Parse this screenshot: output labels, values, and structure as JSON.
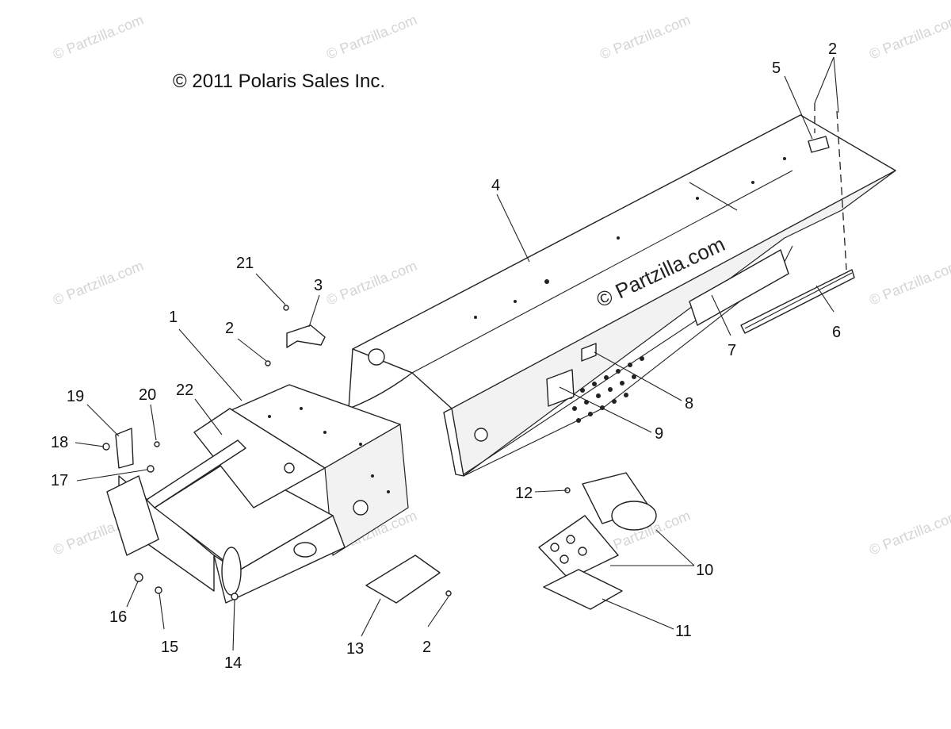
{
  "copyright": "© 2011 Polaris Sales Inc.",
  "watermarks": {
    "small": "© Partzilla.com",
    "main": "© Partzilla.com"
  },
  "callouts": {
    "c1": "1",
    "c2a": "2",
    "c2b": "2",
    "c2c": "2",
    "c3": "3",
    "c4": "4",
    "c5": "5",
    "c6": "6",
    "c7": "7",
    "c8": "8",
    "c9": "9",
    "c10": "10",
    "c11": "11",
    "c12": "12",
    "c13": "13",
    "c14": "14",
    "c15": "15",
    "c16": "16",
    "c17": "17",
    "c18": "18",
    "c19": "19",
    "c20": "20",
    "c21": "21",
    "c22": "22"
  }
}
